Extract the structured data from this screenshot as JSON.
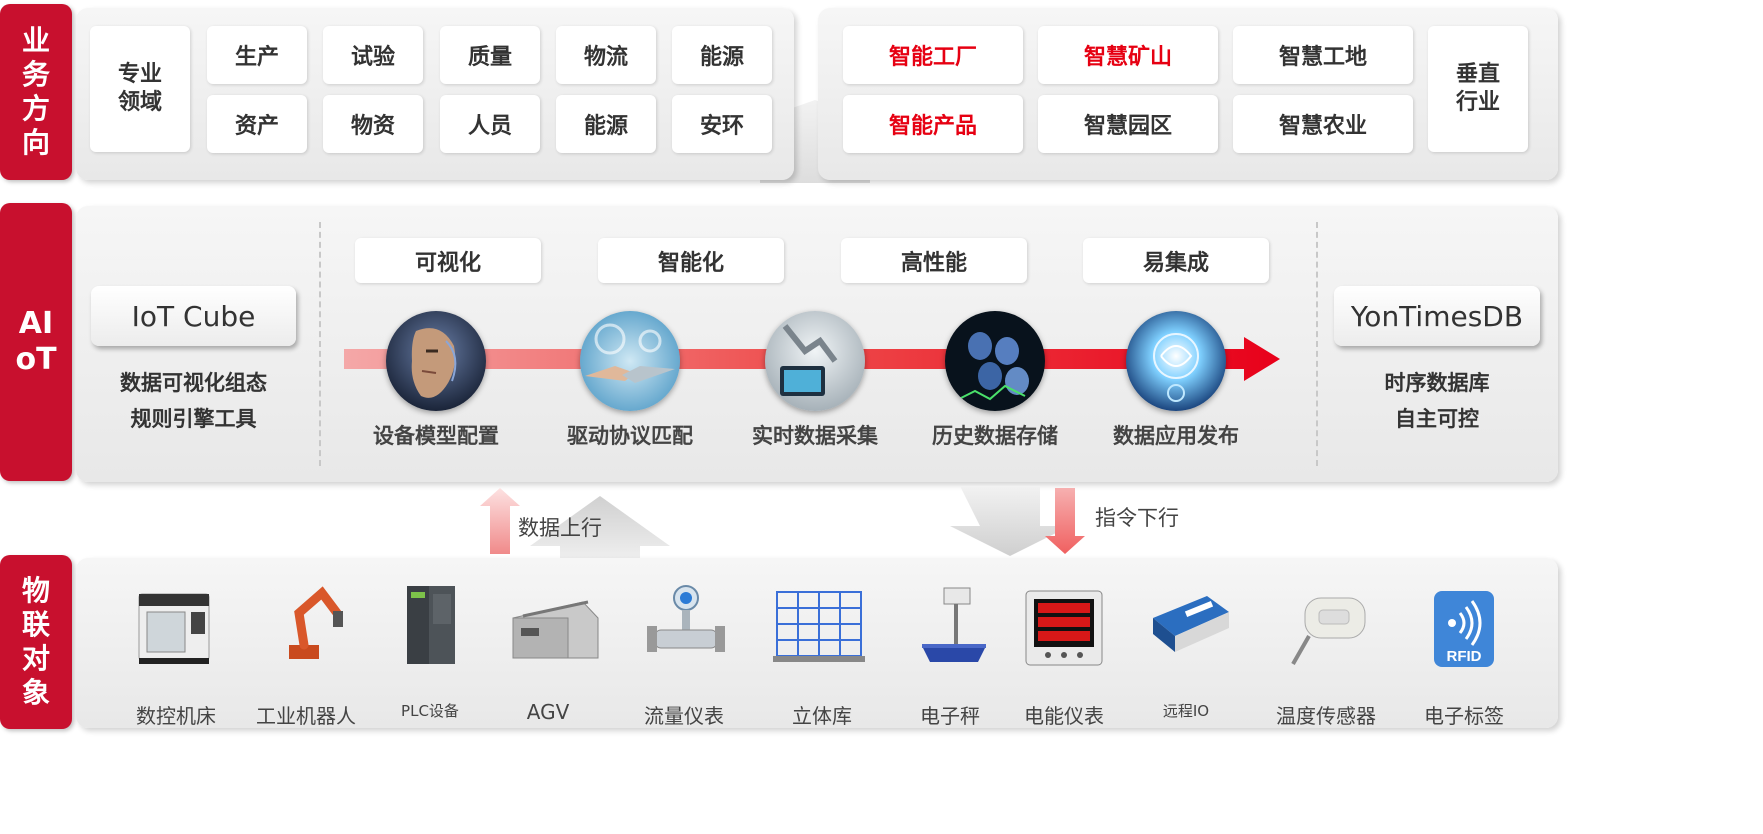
{
  "rows": {
    "business": {
      "tag": [
        "业",
        "务",
        "方",
        "向"
      ]
    },
    "aiot": {
      "tag": [
        "AI",
        "oT"
      ]
    },
    "iot": {
      "tag": [
        "物",
        "联",
        "对",
        "象"
      ]
    }
  },
  "domains": {
    "header": [
      "专业",
      "领域"
    ],
    "items": [
      "生产",
      "试验",
      "质量",
      "物流",
      "能源",
      "资产",
      "物资",
      "人员",
      "能源",
      "安环"
    ]
  },
  "industries": {
    "items": [
      {
        "label": "智能工厂",
        "highlight": true
      },
      {
        "label": "智慧矿山",
        "highlight": true
      },
      {
        "label": "智慧工地",
        "highlight": false
      },
      {
        "label": "智能产品",
        "highlight": true
      },
      {
        "label": "智慧园区",
        "highlight": false
      },
      {
        "label": "智慧农业",
        "highlight": false
      }
    ],
    "header": [
      "垂直",
      "行业"
    ]
  },
  "features": [
    "可视化",
    "智能化",
    "高性能",
    "易集成"
  ],
  "iot_cube": {
    "name": "IoT Cube",
    "capabilities": [
      "数据可视化组态",
      "规则引擎工具"
    ]
  },
  "timesdb": {
    "name": "YonTimesDB",
    "capabilities": [
      "时序数据库",
      "自主可控"
    ]
  },
  "pipeline": [
    {
      "label": "设备模型配置",
      "icon": "ai-face-icon"
    },
    {
      "label": "驱动协议匹配",
      "icon": "handshake-icon"
    },
    {
      "label": "实时数据采集",
      "icon": "robot-arm-tablet-icon"
    },
    {
      "label": "历史数据存储",
      "icon": "data-storage-icon"
    },
    {
      "label": "数据应用发布",
      "icon": "brain-icon"
    }
  ],
  "flows": {
    "up": "数据上行",
    "down": "指令下行"
  },
  "devices": [
    {
      "label": "数控机床",
      "icon": "cnc-machine-icon",
      "small": false
    },
    {
      "label": "工业机器人",
      "icon": "industrial-robot-icon",
      "small": false
    },
    {
      "label": "PLC设备",
      "icon": "plc-icon",
      "small": true
    },
    {
      "label": "AGV",
      "icon": "agv-icon",
      "small": false
    },
    {
      "label": "流量仪表",
      "icon": "flow-meter-icon",
      "small": false
    },
    {
      "label": "立体库",
      "icon": "warehouse-rack-icon",
      "small": false
    },
    {
      "label": "电子秤",
      "icon": "scale-icon",
      "small": false
    },
    {
      "label": "电能仪表",
      "icon": "power-meter-icon",
      "small": false
    },
    {
      "label": "远程IO",
      "icon": "remote-io-icon",
      "small": true
    },
    {
      "label": "温度传感器",
      "icon": "temperature-sensor-icon",
      "small": false
    },
    {
      "label": "电子标签",
      "icon": "rfid-icon",
      "small": false
    }
  ],
  "rfid_text": "RFID",
  "colors": {
    "brand_red": "#c8102e",
    "highlight_red": "#e60012",
    "arrow_red": "#e8001a"
  }
}
